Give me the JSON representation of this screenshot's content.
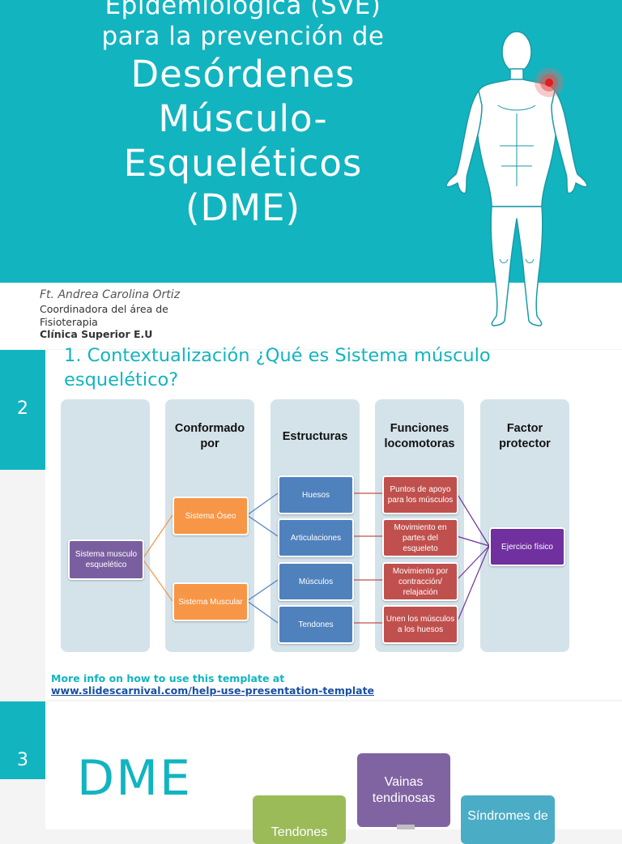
{
  "slide1": {
    "title_lines_small": [
      "Epidemiológica (SVE)",
      "para la prevención de"
    ],
    "title_lines_big": [
      "Desórdenes",
      "Músculo-",
      "Esqueléticos",
      "(DME)"
    ],
    "author": {
      "name": "Ft. Andrea Carolina Ortiz",
      "role_line1": "Coordinadora del área de",
      "role_line2": "Fisioterapia",
      "clinic": "Clínica Superior E.U"
    },
    "figure_icon": "human-body-shoulder-pain-icon"
  },
  "slide2": {
    "number": "2",
    "title_line1": "1. Contextualización  ¿Qué es Sistema músculo",
    "title_line2": "esquelético?",
    "columns": [
      {
        "header": ""
      },
      {
        "header_line1": "Conformado",
        "header_line2": "por"
      },
      {
        "header_line1": "Estructuras",
        "header_line2": ""
      },
      {
        "header_line1": "Funciones",
        "header_line2": "locomotoras"
      },
      {
        "header_line1": "Factor",
        "header_line2": "protector"
      }
    ],
    "nodes": {
      "root": "Sistema musculo esquelético",
      "oseo": "Sistema Óseo",
      "muscular": "Sistema Muscular",
      "huesos": "Huesos",
      "articulaciones": "Articulaciones",
      "musculos": "Músculos",
      "tendones": "Tendones",
      "f1": "Puntos de apoyo para los músculos",
      "f2": "Movimiento en partes del esqueleto",
      "f3": "Movimiento por contracción/ relajación",
      "f4": "Unen los músculos a los huesos",
      "protector": "Ejercicio físico"
    },
    "more_info": "More info on how to use this template at",
    "more_link": "www.slidescarnival.com/help-use-presentation-template",
    "colors": {
      "accent": "#12b4c0",
      "column_bg": "#d4e3ea",
      "purple": "#7a5fa0",
      "orange": "#f79646",
      "blue": "#4f81bd",
      "red": "#c0504d",
      "protector": "#7030a0"
    }
  },
  "slide3": {
    "number": "3",
    "title": "DME",
    "boxes": [
      "Vainas tendinosas",
      "Síndromes de",
      "Tendones"
    ],
    "colors": {
      "purple": "#8064a2",
      "green": "#9bbb59",
      "teal": "#4bacc6"
    }
  }
}
